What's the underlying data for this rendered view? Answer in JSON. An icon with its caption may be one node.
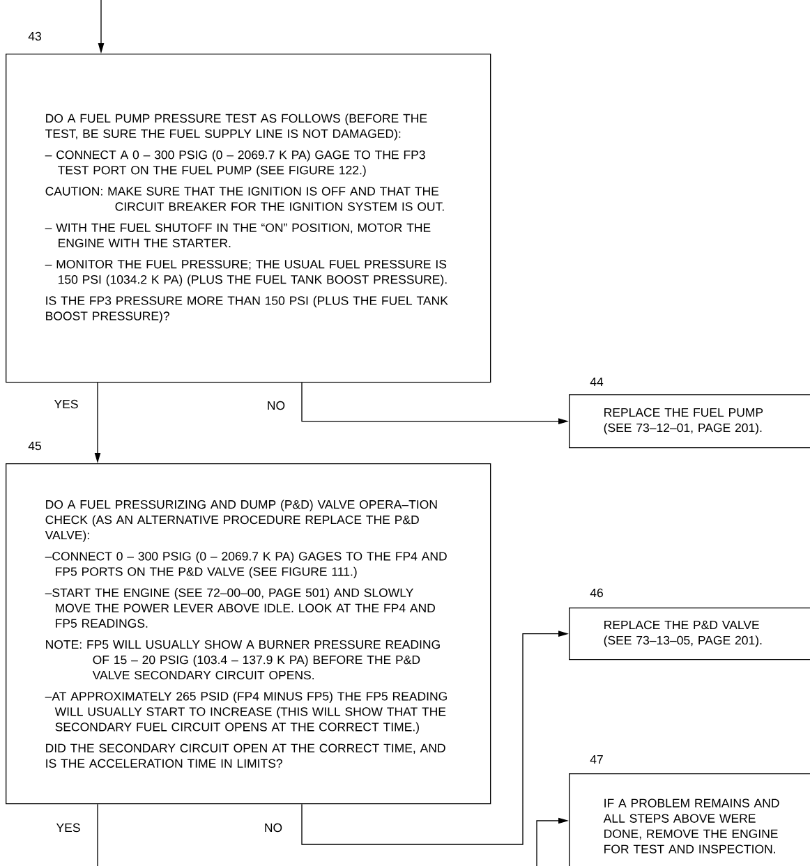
{
  "diagram": {
    "nodes": [
      {
        "text": [
          "DO A FUEL PUMP PRESSURE TEST AS FOLLOWS (BEFORE THE TEST, BE SURE THE FUEL SUPPLY LINE IS NOT DAMAGED):",
          "– CONNECT A 0 – 300 PSIG (0 – 2069.7 K PA) GAGE TO THE FP3 TEST PORT ON THE FUEL PUMP (SEE FIGURE 122.)",
          "CAUTION: MAKE SURE THAT THE IGNITION IS OFF AND THAT THE CIRCUIT BREAKER FOR THE IGNITION SYSTEM IS OUT.",
          "– WITH THE FUEL SHUTOFF IN THE “ON” POSITION, MOTOR THE ENGINE WITH THE STARTER.",
          "– MONITOR THE FUEL PRESSURE; THE USUAL FUEL PRESSURE IS 150 PSI (1034.2 K PA) (PLUS THE FUEL TANK BOOST PRESSURE).",
          "IS THE FP3 PRESSURE MORE THAN 150 PSI (PLUS THE FUEL TANK BOOST PRESSURE)?"
        ],
        "beside": [
          "43"
        ]
      },
      {
        "text": [
          "REPLACE THE FUEL PUMP (SEE 73–12–01, PAGE 201)."
        ],
        "beside": [
          "44"
        ]
      },
      {
        "text": [
          "DO A FUEL PRESSURIZING AND DUMP (P&D) VALVE OPERA–TION CHECK (AS AN ALTERNATIVE PROCEDURE REPLACE THE P&D VALVE):",
          "–CONNECT 0 – 300 PSIG (0 – 2069.7 K PA) GAGES TO THE FP4 AND FP5 PORTS ON THE P&D VALVE (SEE FIGURE 111.)",
          "–START THE ENGINE (SEE 72–00–00, PAGE 501) AND SLOWLY MOVE THE POWER LEVER ABOVE IDLE. LOOK AT THE FP4 AND FP5 READINGS.",
          "NOTE: FP5 WILL USUALLY SHOW A BURNER PRESSURE READING OF 15 – 20 PSIG (103.4 – 137.9 K PA) BEFORE THE P&D VALVE SECONDARY CIRCUIT OPENS.",
          "–AT APPROXIMATELY 265 PSID (FP4 MINUS FP5) THE FP5 READING WILL USUALLY START TO INCREASE (THIS WILL SHOW THAT THE SECONDARY FUEL CIRCUIT OPENS AT THE CORRECT TIME.)",
          "DID THE SECONDARY CIRCUIT OPEN AT THE CORRECT TIME, AND IS THE ACCELERATION TIME IN LIMITS?"
        ],
        "beside": [
          "45"
        ]
      },
      {
        "text": [
          "REPLACE THE P&D VALVE (SEE 73–13–05, PAGE 201)."
        ],
        "beside": [
          "46"
        ]
      },
      {
        "text": [
          "IF A PROBLEM REMAINS AND ALL STEPS ABOVE WERE DONE, REMOVE THE ENGINE FOR TEST AND INSPECTION."
        ],
        "beside": [
          "47"
        ]
      }
    ],
    "edges": [
      {
        "from": null,
        "to": 0,
        "arrow": "to"
      },
      {
        "from": 0,
        "to": 2,
        "arrow": "to",
        "label": "YES"
      },
      {
        "from": 0,
        "to": 1,
        "arrow": "to",
        "label": "NO"
      },
      {
        "from": 2,
        "to": 3,
        "arrow": "to",
        "label": "NO"
      },
      {
        "from": 2,
        "to": null,
        "arrow": "none",
        "label": "YES"
      },
      {
        "from": null,
        "to": 4,
        "arrow": "to"
      }
    ]
  }
}
